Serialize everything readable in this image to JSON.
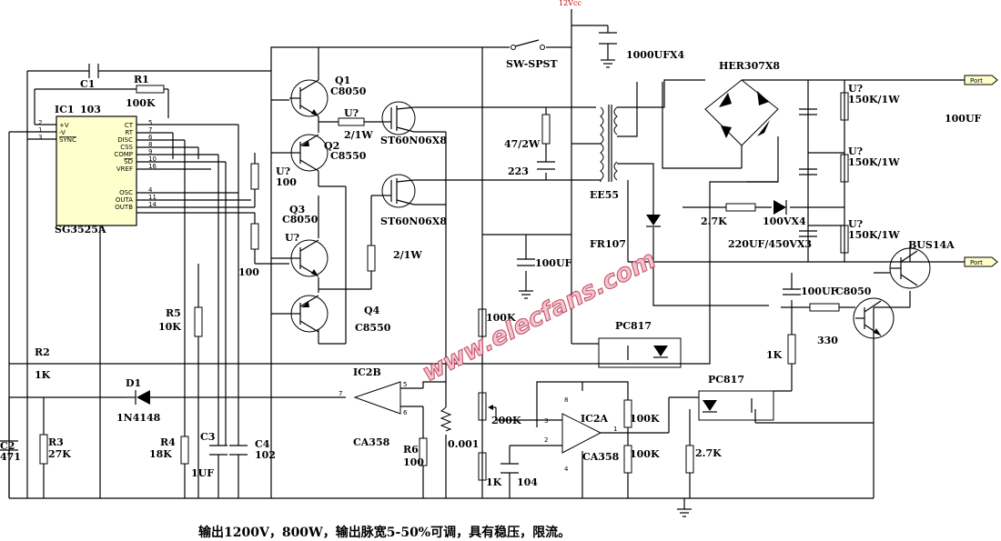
{
  "watermark": "www.elecfans.com",
  "caption": "输出1200V，800W，输出脉宽5-50%可调，具有稳压，限流。",
  "supply": "12Vcc",
  "ports": [
    "Port",
    "Port"
  ],
  "ic": {
    "ref": "IC1",
    "part": "SG3525A",
    "left_pins": [
      {
        "num": "2",
        "name": "+V"
      },
      {
        "num": "1",
        "name": "-V"
      },
      {
        "num": "3",
        "name": "SYNC"
      }
    ],
    "right_pins": [
      {
        "num": "5",
        "name": "CT"
      },
      {
        "num": "7",
        "name": "RT"
      },
      {
        "num": "6",
        "name": "DISC"
      },
      {
        "num": "8",
        "name": "CSS"
      },
      {
        "num": "9",
        "name": "COMP"
      },
      {
        "num": "10",
        "name": "SD"
      },
      {
        "num": "16",
        "name": "VREF"
      },
      {
        "num": "4",
        "name": "OSC"
      },
      {
        "num": "11",
        "name": "OUTA"
      },
      {
        "num": "14",
        "name": "OUTB"
      }
    ]
  },
  "opamp_pins": {
    "ic2b": [
      "7",
      "5",
      "6"
    ],
    "ic2a": [
      "3",
      "2",
      "1",
      "8",
      "4"
    ]
  },
  "labels": {
    "c1": "C1",
    "c1v": "103",
    "r1": "R1",
    "r1v": "100K",
    "q1": "Q1",
    "q1p": "C8050",
    "q2": "Q2",
    "q2p": "C8550",
    "q3": "Q3",
    "q3p": "C8050",
    "q4": "Q4",
    "q4p": "C8550",
    "uq1": "U?",
    "uq1v": "2/1W",
    "uq2": "U?",
    "uq2v": "100",
    "uq3": "U?",
    "r100b": "100",
    "r21w": "2/1W",
    "m1": "ST60N06X8",
    "m2": "ST60N06X8",
    "sw": "SW-SPST",
    "c1000": "1000UFX4",
    "rsnub": "47/2W",
    "csnub": "223",
    "xfmr": "EE55",
    "bridge": "HER307X8",
    "uo1": "U?",
    "uo1v": "150K/1W",
    "uo2": "U?",
    "uo2v": "150K/1W",
    "uo3": "U?",
    "uo3v": "150K/1W",
    "cout": "100UF",
    "r27k": "2.7K",
    "z100": "100VX4",
    "c220": "220UF/450VX3",
    "fr107": "FR107",
    "bus14a": "BUS14A",
    "c100b": "100UF",
    "c100c": "100UF",
    "q8050": "C8050",
    "r1k": "1K",
    "r330": "330",
    "pc1": "PC817",
    "pc2": "PC817",
    "r100k": "100K",
    "r200k": "200K",
    "r1kb": "1K",
    "c104": "104",
    "ic2a": "IC2A",
    "ca358a": "CA358",
    "r100kc": "100K",
    "r100kd": "100K",
    "r27kb": "2.7K",
    "ic2b": "IC2B",
    "ca358b": "CA358",
    "r5": "R5",
    "r5v": "10K",
    "r2": "R2",
    "r2v": "1K",
    "d1": "D1",
    "d1p": "1N4148",
    "c2": "C2",
    "c2v": "471",
    "r3": "R3",
    "r3v": "27K",
    "r4": "R4",
    "r4v": "18K",
    "c3": "C3",
    "c3v": "1UF",
    "c4": "C4",
    "c4v": "102",
    "r6": "R6",
    "r6v": "100",
    "rs": "0.001"
  }
}
